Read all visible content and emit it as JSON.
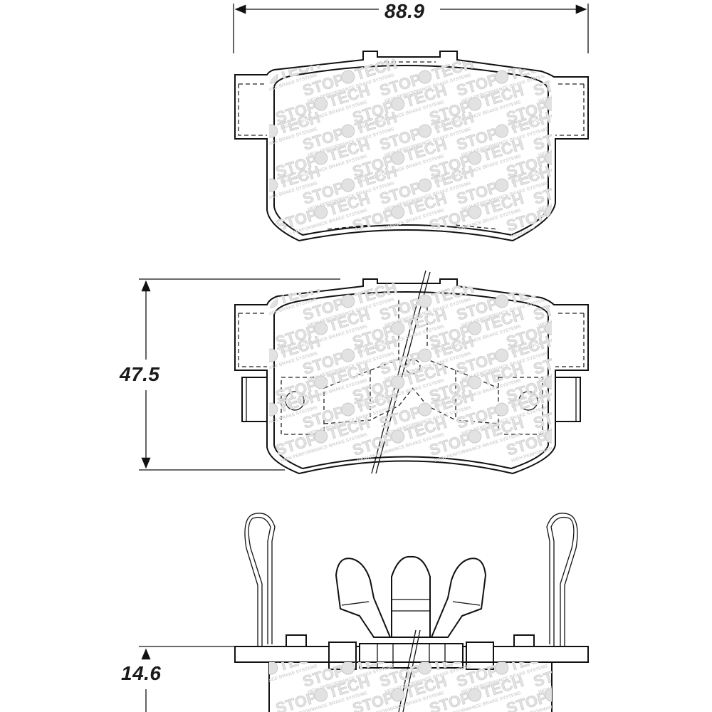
{
  "dimensions": {
    "width": "88.9",
    "height": "47.5",
    "thickness": "14.6"
  },
  "watermark": {
    "brand_left": "STOP",
    "brand_right": "TECH",
    "tagline": "HIGH PERFORMANCE BRAKE SYSTEMS"
  },
  "colors": {
    "line": "#111111",
    "watermark": "#d6d6d6",
    "background": "#ffffff"
  }
}
